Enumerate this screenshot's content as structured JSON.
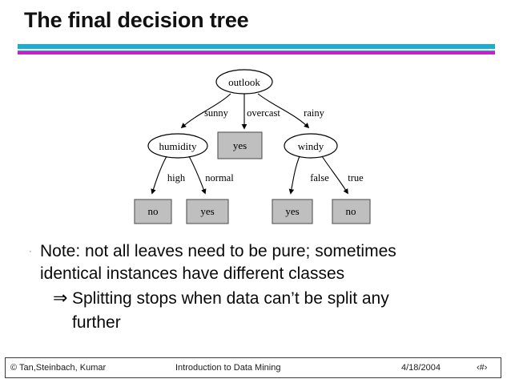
{
  "slide": {
    "title": "The final decision tree",
    "divider_colors": {
      "cyan": "#19ADD4",
      "magenta": "#C91FC9"
    }
  },
  "tree": {
    "caption": "decision-tree-diagram",
    "node_fill_leaf": "#BFBFBF",
    "node_fill_internal": "#FFFFFF",
    "nodes": {
      "root": "outlook",
      "internal_left": "humidity",
      "internal_right": "windy",
      "leaf_middle": "yes",
      "leaf_sunny_high": "no",
      "leaf_sunny_normal": "yes",
      "leaf_rainy_false": "yes",
      "leaf_rainy_true": "no"
    },
    "edges": {
      "root_left": "sunny",
      "root_middle": "overcast",
      "root_right": "rainy",
      "humidity_left": "high",
      "humidity_right": "normal",
      "windy_left": "false",
      "windy_right": "true"
    }
  },
  "body": {
    "bullet1": {
      "marker": "·",
      "line1": "Note: not all leaves need to be pure; sometimes",
      "line2": "identical instances have different classes"
    },
    "bullet2": {
      "marker": "⇒",
      "line1": "Splitting stops when data can’t be split any",
      "line2": "further"
    }
  },
  "footer": {
    "copyright": "© Tan,Steinbach, Kumar",
    "course": "Introduction to Data Mining",
    "date": "4/18/2004",
    "page_number": "‹#›"
  }
}
